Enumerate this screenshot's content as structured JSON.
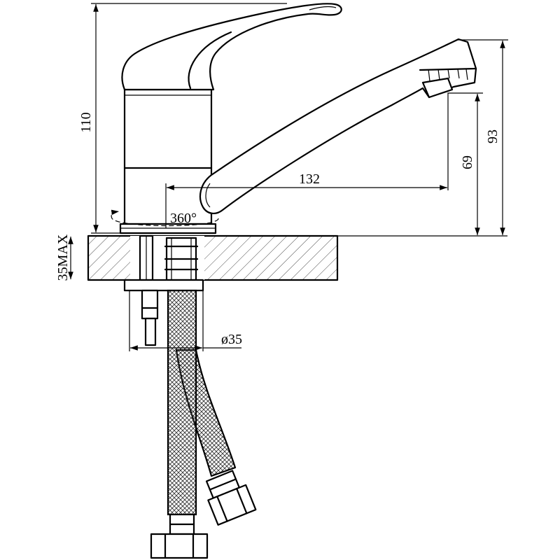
{
  "colors": {
    "line": "#000000",
    "background": "#ffffff",
    "hatch": "#555555"
  },
  "dimensions": {
    "overall_height": "110",
    "spout_height": "93",
    "aerator_height": "69",
    "spout_reach": "132",
    "rotation": "360°",
    "counter_thickness": "35MAX",
    "hole_diameter": "ø35"
  }
}
